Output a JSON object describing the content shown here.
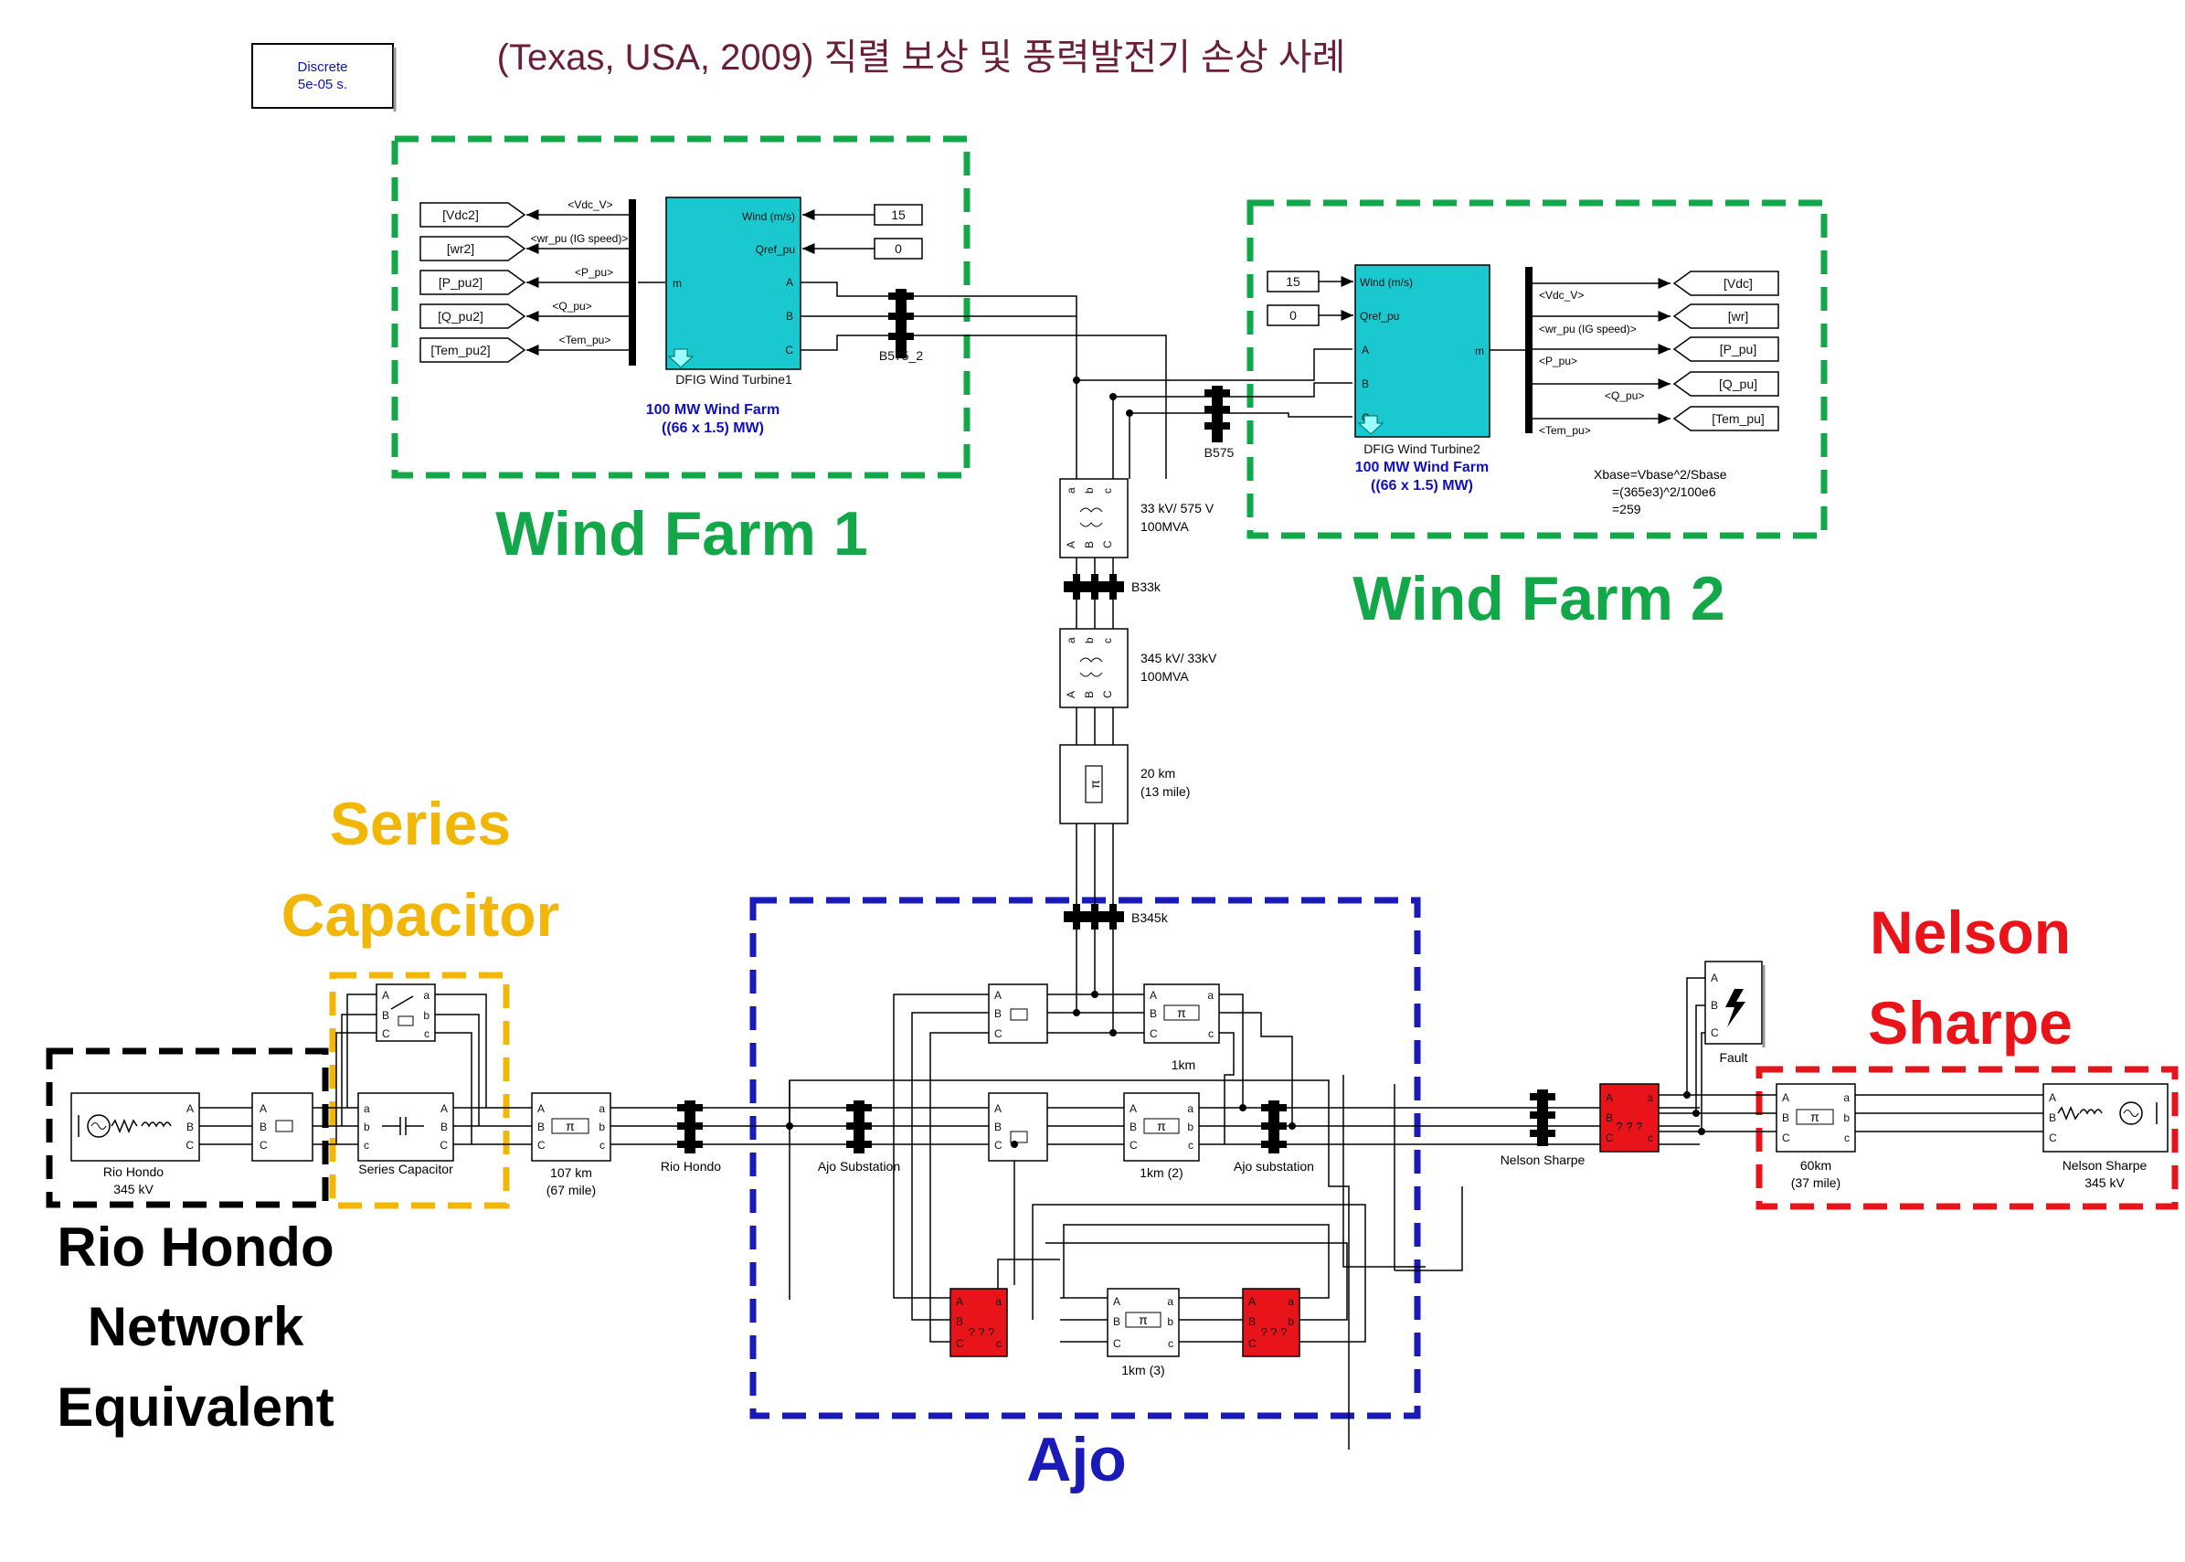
{
  "title": "(Texas, USA, 2009) 직렬 보상 및 풍력발전기 손상 사례",
  "colors": {
    "title": "#6b1e3a",
    "wind": "#12a84a",
    "series": "#f2b705",
    "ajo": "#1a1ab8",
    "nelson": "#e8141a",
    "black": "#000000",
    "turbine": "#19c9cf",
    "fault_block": "#e8141a",
    "farm_text": "#1010c0"
  },
  "solver": {
    "line1": "Discrete",
    "line2": "5e-05 s."
  },
  "regions": {
    "wind_farm_1": "Wind Farm 1",
    "wind_farm_2": "Wind Farm 2",
    "series_capacitor": [
      "Series",
      "Capacitor"
    ],
    "nelson_sharpe": [
      "Nelson",
      "Sharpe"
    ],
    "rio_hondo_network": [
      "Rio Hondo",
      "Network",
      "Equivalent"
    ],
    "ajo": "Ajo"
  },
  "wf1": {
    "tags": [
      "[Vdc2]",
      "[wr2]",
      "[P_pu2]",
      "[Q_pu2]",
      "[Tem_pu2]"
    ],
    "signals": [
      "<Vdc_V>",
      "<wr_pu (IG speed)>",
      "<P_pu>",
      "<Q_pu>",
      "<Tem_pu>"
    ],
    "constants": [
      "15",
      "0"
    ],
    "ports_in": [
      "Wind (m/s)",
      "Qref_pu"
    ],
    "ports_out": [
      "A",
      "B",
      "C"
    ],
    "port_m": "m",
    "block": "DFIG Wind Turbine1",
    "bus": "B575_2",
    "desc": [
      "100 MW Wind Farm",
      "((66 x 1.5) MW)"
    ]
  },
  "wf2": {
    "tags": [
      "[Vdc]",
      "[wr]",
      "[P_pu]",
      "[Q_pu]",
      "[Tem_pu]"
    ],
    "signals": [
      "<Vdc_V>",
      "<wr_pu (IG speed)>",
      "<P_pu>",
      "<Q_pu>",
      "<Tem_pu>"
    ],
    "constants": [
      "15",
      "0"
    ],
    "ports_in": [
      "Wind (m/s)",
      "Qref_pu",
      "A",
      "B",
      "C"
    ],
    "port_m": "m",
    "block": "DFIG Wind Turbine2",
    "bus": "B575",
    "desc": [
      "100 MW Wind Farm",
      "((66 x 1.5) MW)"
    ],
    "xbase": [
      "Xbase=Vbase^2/Sbase",
      "=(365e3)^2/100e6",
      "=259"
    ]
  },
  "vertical": {
    "tf1": [
      "33 kV/ 575 V",
      "100MVA"
    ],
    "bus_33k": "B33k",
    "tf2": [
      "345 kV/ 33kV",
      "100MVA"
    ],
    "line20": [
      "20 km",
      "(13 mile)"
    ],
    "bus_345k": "B345k"
  },
  "bottom": {
    "rio_src": [
      "Rio Hondo",
      "345 kV"
    ],
    "series_cap": "Series Capacitor",
    "line107": [
      "107 km",
      "(67 mile)"
    ],
    "rio_bus": "Rio Hondo",
    "ajo_sub_left": "Ajo Substation",
    "ajo_sub_right": "Ajo substation",
    "line_1km": "1km",
    "line_1km2": "1km (2)",
    "line_1km3": "1km (3)",
    "nelson_bus": "Nelson Sharpe",
    "fault": "Fault",
    "line60": [
      "60km",
      "(37 mile)"
    ],
    "nelson_src": [
      "Nelson Sharpe",
      "345 kV"
    ]
  },
  "glyphs": {
    "pi": "π",
    "q": "? ? ?"
  }
}
